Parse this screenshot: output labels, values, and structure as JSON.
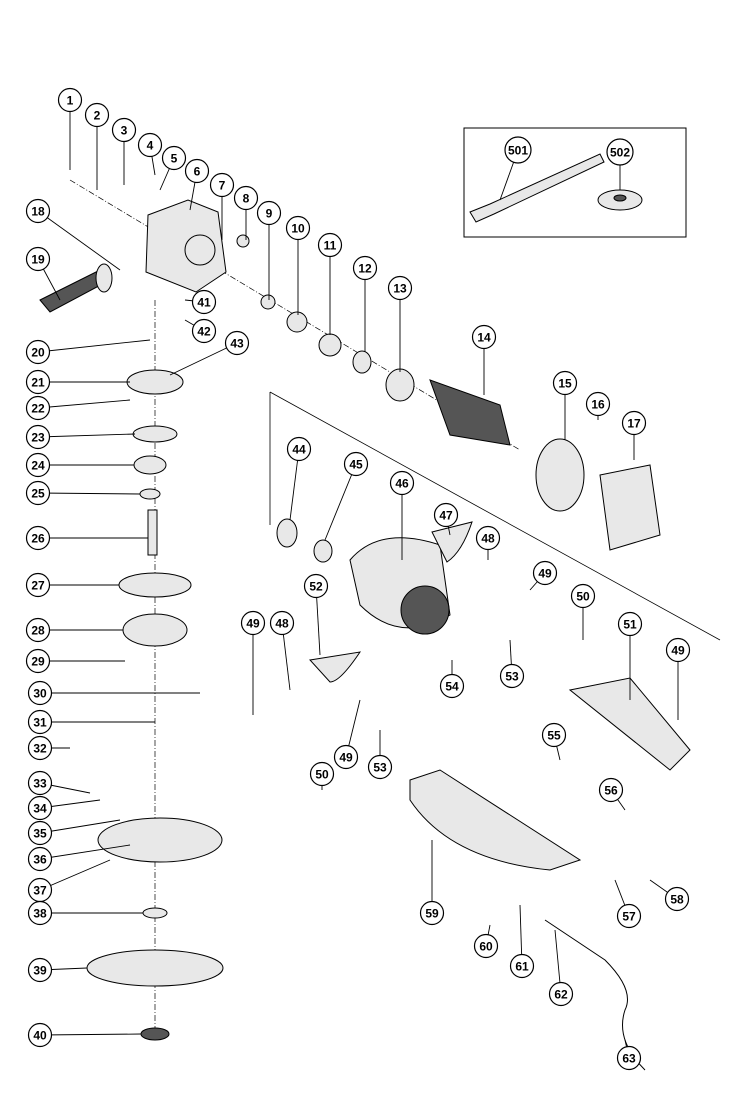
{
  "diagram": {
    "type": "exploded parts diagram",
    "callouts": [
      "1",
      "2",
      "3",
      "4",
      "5",
      "6",
      "7",
      "8",
      "9",
      "10",
      "11",
      "12",
      "13",
      "14",
      "15",
      "16",
      "17",
      "18",
      "19",
      "20",
      "21",
      "22",
      "23",
      "24",
      "25",
      "26",
      "27",
      "28",
      "29",
      "30",
      "31",
      "32",
      "33",
      "34",
      "35",
      "36",
      "37",
      "38",
      "39",
      "40",
      "41",
      "42",
      "43",
      "44",
      "45",
      "46",
      "47",
      "48",
      "48",
      "49",
      "49",
      "49",
      "49",
      "50",
      "50",
      "51",
      "52",
      "53",
      "53",
      "54",
      "55",
      "56",
      "57",
      "58",
      "59",
      "60",
      "61",
      "62",
      "63",
      "501",
      "502"
    ]
  }
}
